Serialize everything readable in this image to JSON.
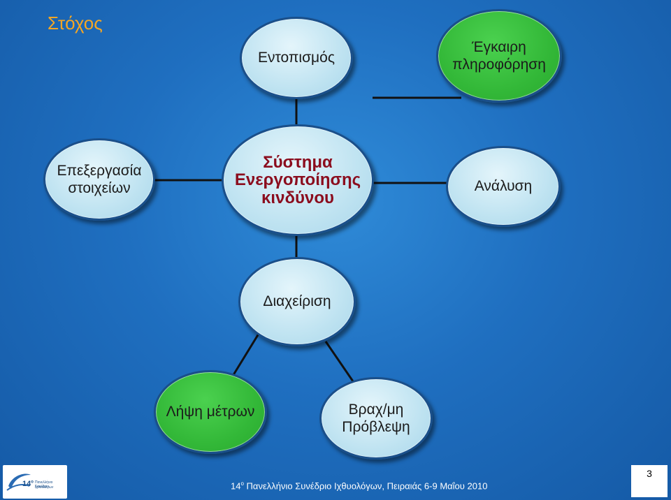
{
  "title": "Στόχος",
  "nodes": {
    "entopismos": "Εντοπισμός",
    "egkairi": "Έγκαιρη\nπληροφόρηση",
    "epexergasia": "Επεξεργασία\nστοιχείων",
    "center": "Σύστημα\nΕνεργοποίησης\nκινδύνου",
    "analysi": "Ανάλυση",
    "diaxeirisi": "Διαχείριση",
    "lipsi": "Λήψη μέτρων",
    "vraxmi": "Βραχ/μη\nΠρόβλεψη"
  },
  "colors": {
    "background": "#1f6fc0",
    "title": "#f5a623",
    "node_light": "#bfe3f1",
    "node_green": "#33b838",
    "center_text": "#8b0d1e",
    "links": "#111111"
  },
  "footer": {
    "text_prefix": "14",
    "text_sup": "ο",
    "text_rest": " Πανελλήνιο Συνέδριο Ιχθυολόγων, Πειραιάς 6-9 Μαΐου 2010",
    "page_number": "3",
    "logo_number": "14",
    "logo_sup": "ο",
    "logo_line1": "Πανελλήνιο Συνέδριο",
    "logo_line2": "Ιχθυολόγων"
  }
}
